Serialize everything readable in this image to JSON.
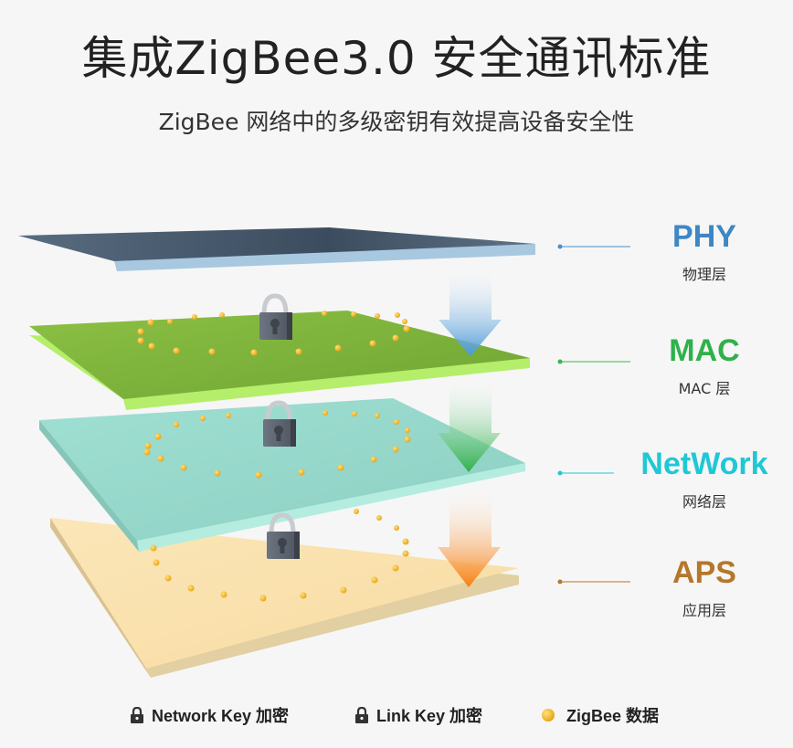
{
  "header": {
    "title": "集成ZigBee3.0 安全通讯标准",
    "subtitle": "ZigBee 网络中的多级密钥有效提高设备安全性"
  },
  "layers": [
    {
      "id": "phy",
      "name": "PHY",
      "subtitle": "物理层",
      "color": "#3f86c4",
      "has_lock": false
    },
    {
      "id": "mac",
      "name": "MAC",
      "subtitle": "MAC 层",
      "color": "#2fb14a",
      "has_lock": true
    },
    {
      "id": "network",
      "name": "NetWork",
      "subtitle": "网络层",
      "color": "#1fc8d6",
      "has_lock": true
    },
    {
      "id": "aps",
      "name": "APS",
      "subtitle": "应用层",
      "color": "#b5772a",
      "has_lock": true
    }
  ],
  "legend": [
    {
      "icon": "lock-icon",
      "label": "Network Key 加密"
    },
    {
      "icon": "lock-icon",
      "label": "Link Key 加密"
    },
    {
      "icon": "data-dot-icon",
      "label": "ZigBee 数据",
      "color": "#f0b020"
    }
  ]
}
